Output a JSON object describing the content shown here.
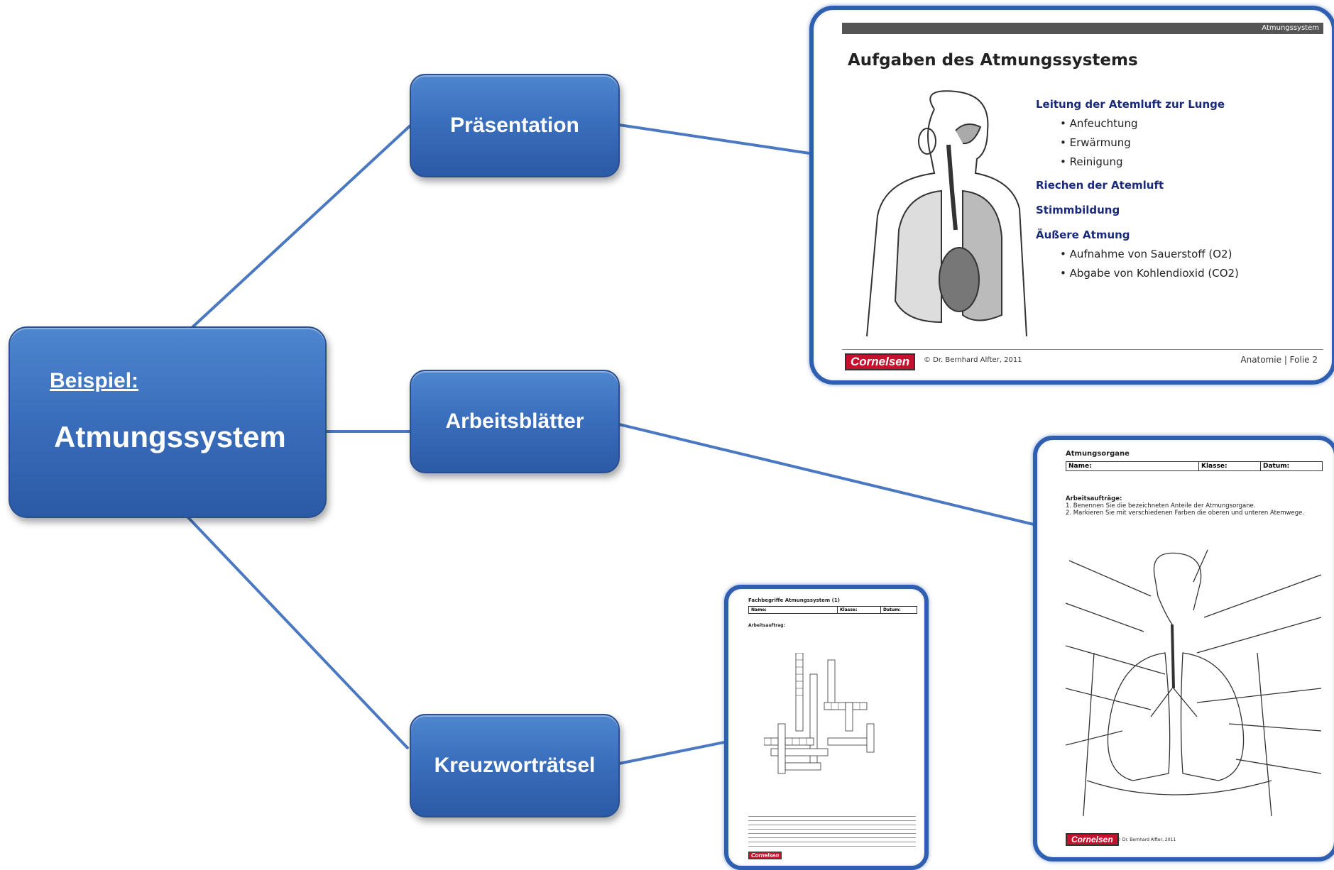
{
  "main_node": {
    "label": "Beispiel:",
    "title": "Atmungssystem"
  },
  "branches": [
    {
      "label": "Präsentation"
    },
    {
      "label": "Arbeitsblätter"
    },
    {
      "label": "Kreuzworträtsel"
    }
  ],
  "colors": {
    "node": "#3a6fbd",
    "connector": "#4a78c2",
    "frame": "#2f5fb0"
  },
  "slide": {
    "header": "Atmungssystem",
    "title": "Aufgaben des Atmungssystems",
    "heading1": "Leitung der Atemluft zur Lunge",
    "item1": "• Anfeuchtung",
    "item2": "• Erwärmung",
    "item3": "• Reinigung",
    "heading2": "Riechen der Atemluft",
    "heading3": "Stimmbildung",
    "heading4": "Äußere Atmung",
    "item4": "• Aufnahme von Sauerstoff (O2)",
    "item5": "• Abgabe von Kohlendioxid (CO2)",
    "logo": "Cornelsen",
    "copyright": "© Dr. Bernhard Alfter, 2011",
    "page": "Anatomie | Folie 2"
  },
  "worksheet": {
    "title": "Atmungsorgane",
    "col1": "Name:",
    "col2": "Klasse:",
    "col3": "Datum:",
    "tasks_heading": "Arbeitsaufträge:",
    "task1": "1. Benennen Sie die bezeichneten Anteile der Atmungsorgane.",
    "task2": "2. Markieren Sie mit verschiedenen Farben die oberen und unteren Atemwege.",
    "logo": "Cornelsen",
    "copyright": "© Dr. Bernhard Alfter, 2011"
  },
  "crossword": {
    "title": "Fachbegriffe Atmungssystem (1)",
    "col1": "Name:",
    "col2": "Klasse:",
    "col3": "Datum:",
    "task_heading": "Arbeitsauftrag:",
    "logo": "Cornelsen"
  }
}
